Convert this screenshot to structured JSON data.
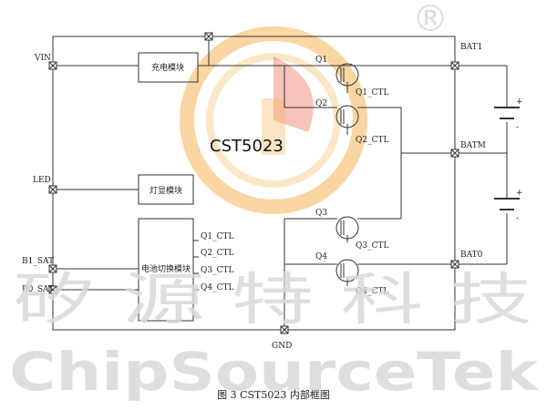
{
  "watermark": {
    "cn": "矽 源 特 科 技",
    "en": "ChipSourceTek",
    "reg": "®",
    "colors": {
      "logo_orange": "#f5b455",
      "logo_red": "#e8543a",
      "text_gray": "#d9d9d9"
    }
  },
  "chip": {
    "name": "CST5023"
  },
  "pins": {
    "vin": "VIN",
    "led": "LED",
    "b1_sat": "B1_SAT",
    "b0_sat": "B0_SAT",
    "bat1": "BAT1",
    "batm": "BATM",
    "bat0": "BAT0",
    "gnd": "GND"
  },
  "blocks": {
    "charge": "充电模块",
    "light": "灯显模块",
    "switch": "电池切换模块"
  },
  "switch_outputs": [
    "Q1_CTL",
    "Q2_CTL",
    "Q3_CTL",
    "Q4_CTL"
  ],
  "transistors": [
    {
      "name": "Q1",
      "ctl": "Q1_CTL"
    },
    {
      "name": "Q2",
      "ctl": "Q2_CTL"
    },
    {
      "name": "Q3",
      "ctl": "Q3_CTL"
    },
    {
      "name": "Q4",
      "ctl": "Q4_CTL"
    }
  ],
  "battery": {
    "plus": "+",
    "minus": "-"
  },
  "caption": "图  3 CST5023 内部框图"
}
